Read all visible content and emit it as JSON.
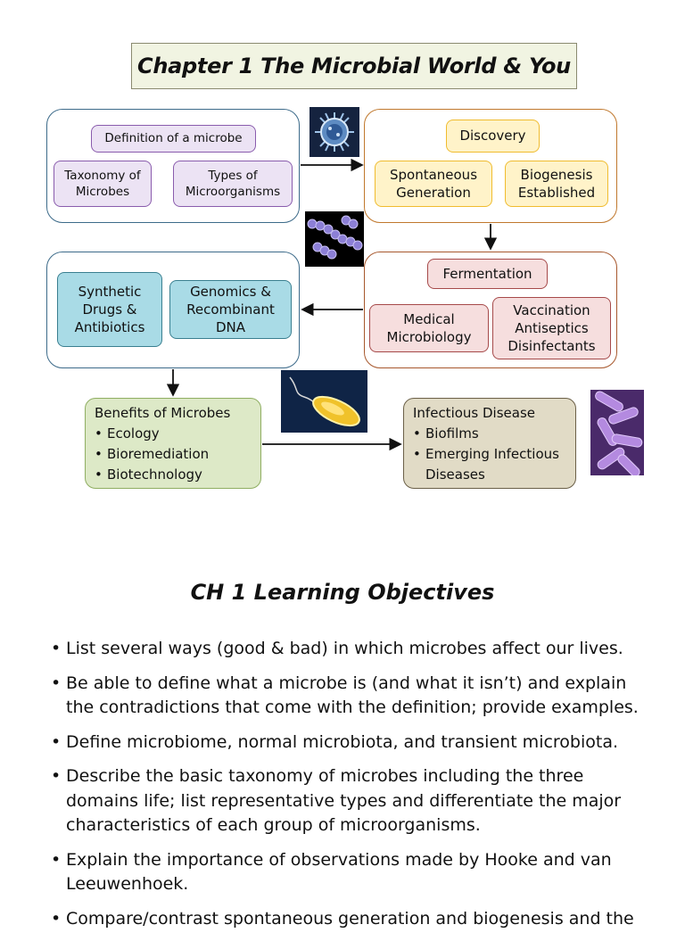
{
  "title": "Chapter 1  The Microbial World & You",
  "concept_map": {
    "definition": "Definition of a microbe",
    "taxonomy": "Taxonomy of\nMicrobes",
    "types": "Types of\nMicroorganisms",
    "discovery": "Discovery",
    "spontaneous": "Spontaneous\nGeneration",
    "biogenesis": "Biogenesis\nEstablished",
    "fermentation": "Fermentation",
    "medical": "Medical\nMicrobiology",
    "vaccination": "Vaccination\nAntiseptics\nDisinfectants",
    "synthetic": "Synthetic\nDrugs &\nAntibiotics",
    "genomics": "Genomics &\nRecombinant\nDNA",
    "benefits": {
      "heading": "Benefits of Microbes",
      "items": [
        "Ecology",
        "Bioremediation",
        "Biotechnology"
      ]
    },
    "infectious": {
      "heading": "Infectious Disease",
      "items": [
        "Biofilms",
        "Emerging Infectious Diseases"
      ]
    }
  },
  "images": [
    "virus-image",
    "cocci-chain-image",
    "flagellated-bacterium-image",
    "bacilli-image"
  ],
  "objectives_heading": "CH 1  Learning Objectives",
  "objectives": [
    "List several ways (good & bad) in which microbes affect our lives.",
    "Be able to define what a microbe is (and what it isn’t) and explain the contradictions that come with the definition; provide examples.",
    "Define microbiome, normal microbiota, and transient microbiota.",
    "Describe the basic taxonomy of microbes including the three domains life; list representative types and differentiate the major characteristics of each group of microorganisms.",
    "Explain the importance of observations made by Hooke and van Leeuwenhoek.",
    "Compare/contrast spontaneous generation and biogenesis and the"
  ]
}
